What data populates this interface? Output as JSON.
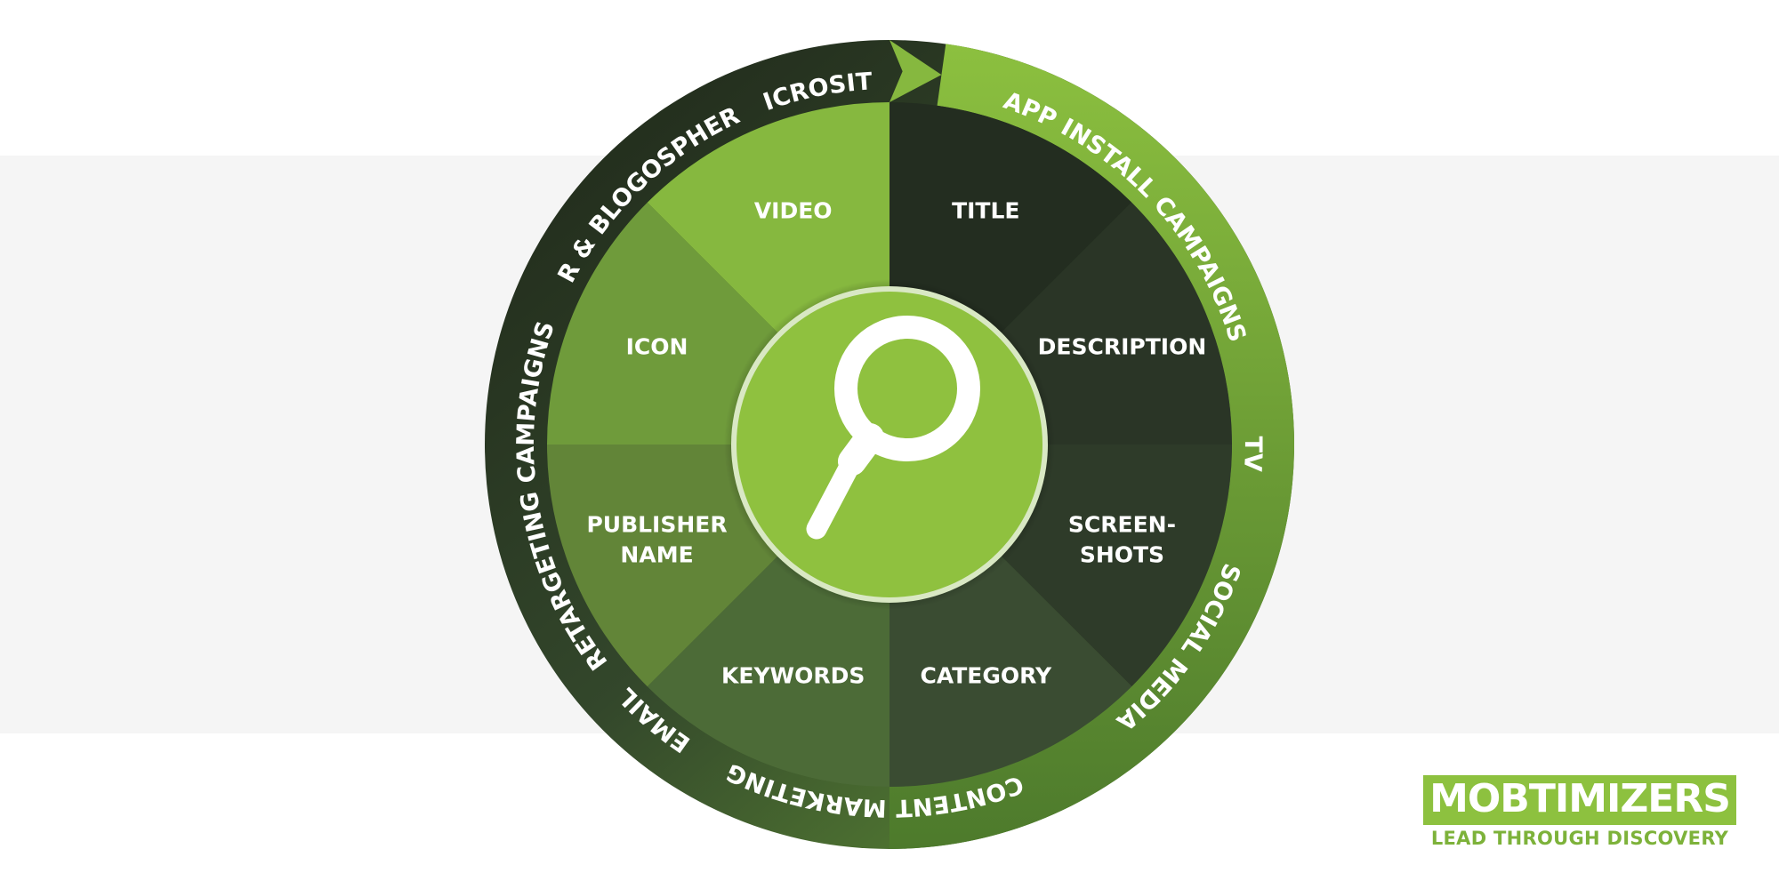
{
  "wheel": {
    "center_segments": [
      {
        "lines": [
          "TITLE"
        ],
        "color": "#232d20"
      },
      {
        "lines": [
          "DESCRIPTION"
        ],
        "color": "#2a3526"
      },
      {
        "lines": [
          "SCREEN-",
          "SHOTS"
        ],
        "color": "#2e3b29"
      },
      {
        "lines": [
          "CATEGORY"
        ],
        "color": "#3a4c32"
      },
      {
        "lines": [
          "KEYWORDS"
        ],
        "color": "#4c6b37"
      },
      {
        "lines": [
          "PUBLISHER",
          "NAME"
        ],
        "color": "#628538"
      },
      {
        "lines": [
          "ICON"
        ],
        "color": "#6f9b3b"
      },
      {
        "lines": [
          "VIDEO"
        ],
        "color": "#86b83f"
      }
    ],
    "outer_labels": [
      {
        "text": "APP INSTALL CAMPAIGNS"
      },
      {
        "text": "TV"
      },
      {
        "text": "SOCIAL MEDIA"
      },
      {
        "text": "CONTENT MARKETING"
      },
      {
        "text": "EMAIL"
      },
      {
        "text": "RETARGETING CAMPAIGNS"
      },
      {
        "text": "PR & BLOGOSPHERE"
      },
      {
        "text": "MICROSITE"
      }
    ],
    "hub_icon": "magnifying-glass-icon",
    "colors": {
      "ring_dark": "#232b1f",
      "ring_green": "#7db23a",
      "hub": "#8fc13f",
      "hub_rim": "#d9e8c4"
    }
  },
  "logo": {
    "name": "MOBTIMIZERS",
    "tagline": "LEAD THROUGH DISCOVERY",
    "color": "#8dc13f"
  }
}
